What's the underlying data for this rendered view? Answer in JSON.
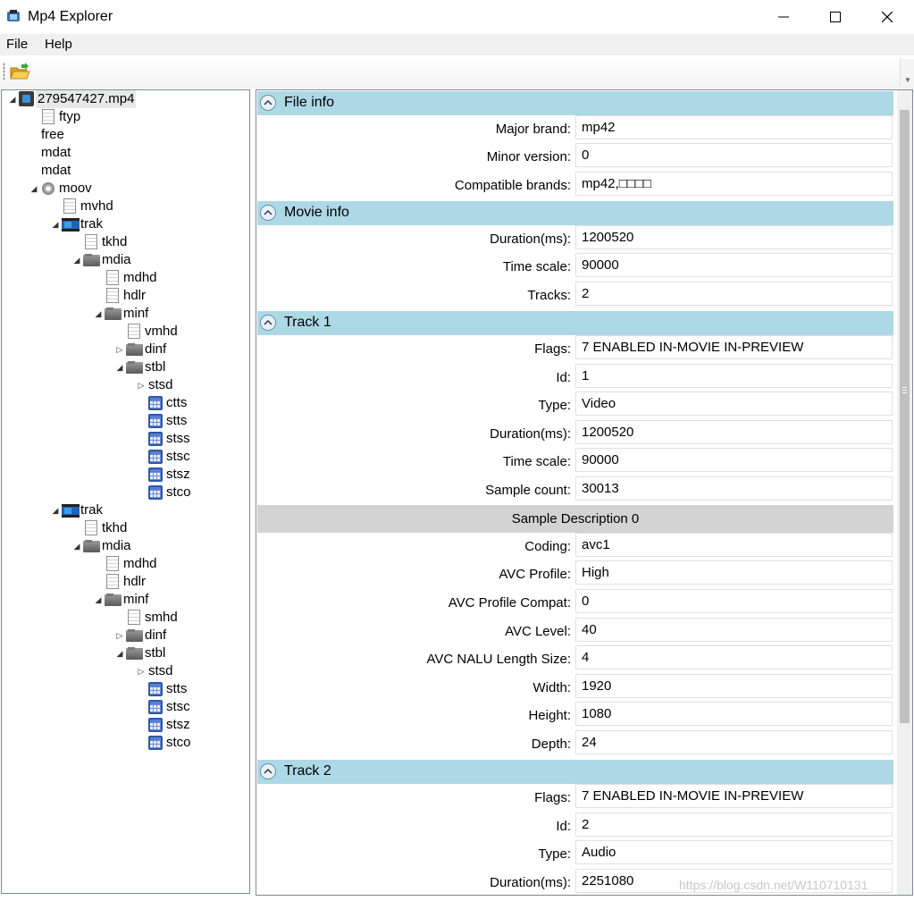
{
  "window": {
    "title": "Mp4 Explorer"
  },
  "menu": {
    "file": "File",
    "help": "Help"
  },
  "tree": {
    "nodes": [
      {
        "label": "279547427.mp4",
        "icon": "movie-icon",
        "expander": "expanded",
        "selected": true
      },
      {
        "label": "ftyp",
        "icon": "document-icon",
        "expander": "none"
      },
      {
        "label": "free",
        "icon": "none",
        "expander": "none"
      },
      {
        "label": "mdat",
        "icon": "none",
        "expander": "none"
      },
      {
        "label": "mdat",
        "icon": "none",
        "expander": "none"
      },
      {
        "label": "moov",
        "icon": "gear-icon",
        "expander": "expanded"
      },
      {
        "label": "mvhd",
        "icon": "document-icon",
        "expander": "none"
      },
      {
        "label": "trak",
        "icon": "film-icon",
        "expander": "expanded"
      },
      {
        "label": "tkhd",
        "icon": "document-icon",
        "expander": "none"
      },
      {
        "label": "mdia",
        "icon": "folder-icon",
        "expander": "expanded"
      },
      {
        "label": "mdhd",
        "icon": "document-icon",
        "expander": "none"
      },
      {
        "label": "hdlr",
        "icon": "document-icon",
        "expander": "none"
      },
      {
        "label": "minf",
        "icon": "folder-icon",
        "expander": "expanded"
      },
      {
        "label": "vmhd",
        "icon": "document-icon",
        "expander": "none"
      },
      {
        "label": "dinf",
        "icon": "folder-icon",
        "expander": "collapsed"
      },
      {
        "label": "stbl",
        "icon": "folder-icon",
        "expander": "expanded"
      },
      {
        "label": "stsd",
        "icon": "none",
        "expander": "collapsed"
      },
      {
        "label": "ctts",
        "icon": "table-icon",
        "expander": "none"
      },
      {
        "label": "stts",
        "icon": "table-icon",
        "expander": "none"
      },
      {
        "label": "stss",
        "icon": "table-icon",
        "expander": "none"
      },
      {
        "label": "stsc",
        "icon": "table-icon",
        "expander": "none"
      },
      {
        "label": "stsz",
        "icon": "table-icon",
        "expander": "none"
      },
      {
        "label": "stco",
        "icon": "table-icon",
        "expander": "none"
      },
      {
        "label": "trak",
        "icon": "film-icon",
        "expander": "expanded"
      },
      {
        "label": "tkhd",
        "icon": "document-icon",
        "expander": "none"
      },
      {
        "label": "mdia",
        "icon": "folder-icon",
        "expander": "expanded"
      },
      {
        "label": "mdhd",
        "icon": "document-icon",
        "expander": "none"
      },
      {
        "label": "hdlr",
        "icon": "document-icon",
        "expander": "none"
      },
      {
        "label": "minf",
        "icon": "folder-icon",
        "expander": "expanded"
      },
      {
        "label": "smhd",
        "icon": "document-icon",
        "expander": "none"
      },
      {
        "label": "dinf",
        "icon": "folder-icon",
        "expander": "collapsed"
      },
      {
        "label": "stbl",
        "icon": "folder-icon",
        "expander": "expanded"
      },
      {
        "label": "stsd",
        "icon": "none",
        "expander": "collapsed"
      },
      {
        "label": "stts",
        "icon": "table-icon",
        "expander": "none"
      },
      {
        "label": "stsc",
        "icon": "table-icon",
        "expander": "none"
      },
      {
        "label": "stsz",
        "icon": "table-icon",
        "expander": "none"
      },
      {
        "label": "stco",
        "icon": "table-icon",
        "expander": "none"
      }
    ]
  },
  "file_info": {
    "title": "File info",
    "major_brand_label": "Major brand:",
    "major_brand": "mp42",
    "minor_version_label": "Minor version:",
    "minor_version": "0",
    "compatible_brands_label": "Compatible brands:",
    "compatible_brands": "mp42,□□□□"
  },
  "movie_info": {
    "title": "Movie info",
    "duration_label": "Duration(ms):",
    "duration": "1200520",
    "time_scale_label": "Time scale:",
    "time_scale": "90000",
    "tracks_label": "Tracks:",
    "tracks": "2"
  },
  "track1": {
    "title": "Track 1",
    "flags_label": "Flags:",
    "flags": "7 ENABLED IN-MOVIE IN-PREVIEW",
    "id_label": "Id:",
    "id": "1",
    "type_label": "Type:",
    "type": "Video",
    "duration_label": "Duration(ms):",
    "duration": "1200520",
    "time_scale_label": "Time scale:",
    "time_scale": "90000",
    "sample_count_label": "Sample count:",
    "sample_count": "30013",
    "sample_description_title": "Sample Description 0",
    "coding_label": "Coding:",
    "coding": "avc1",
    "avc_profile_label": "AVC Profile:",
    "avc_profile": "High",
    "avc_profile_compat_label": "AVC Profile Compat:",
    "avc_profile_compat": "0",
    "avc_level_label": "AVC Level:",
    "avc_level": "40",
    "avc_nalu_label": "AVC NALU Length Size:",
    "avc_nalu": "4",
    "width_label": "Width:",
    "width": "1920",
    "height_label": "Height:",
    "height": "1080",
    "depth_label": "Depth:",
    "depth": "24"
  },
  "track2": {
    "title": "Track 2",
    "flags_label": "Flags:",
    "flags": "7 ENABLED IN-MOVIE IN-PREVIEW",
    "id_label": "Id:",
    "id": "2",
    "type_label": "Type:",
    "type": "Audio",
    "duration_label": "Duration(ms):",
    "duration": "2251080"
  },
  "watermark": "https://blog.csdn.net/W110710131"
}
